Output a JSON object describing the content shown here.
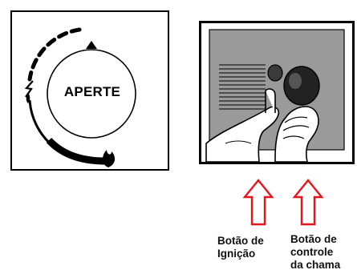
{
  "knob": {
    "label": "APERTE"
  },
  "captions": {
    "ignition_line1": "Botão de",
    "ignition_line2": "Ignição",
    "flame_line1": "Botão de",
    "flame_line2": "controle",
    "flame_line3": "da chama"
  },
  "colors": {
    "arrow_outline": "#e8141c",
    "panel_border": "#000000",
    "photo_backplate": "#9a9a9a"
  },
  "icons": {
    "pointer": "triangle-pointer-icon",
    "spark": "spark-icon",
    "small_flame": "small-flame-icon",
    "large_flame": "large-flame-icon",
    "arrow": "up-arrow-icon"
  }
}
